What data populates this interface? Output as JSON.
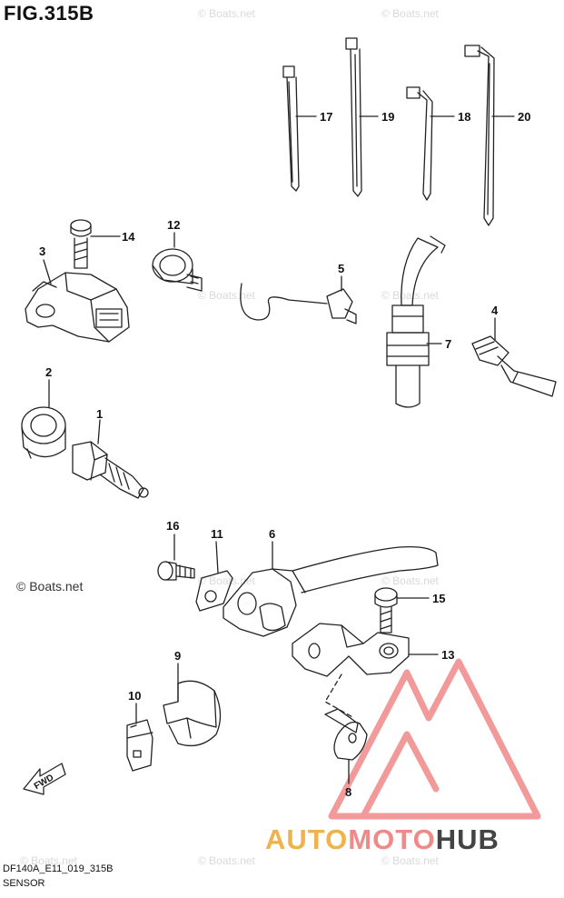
{
  "figure": {
    "title": "FIG.315B"
  },
  "footer": {
    "code": "DF140A_E11_019_315B",
    "name": "SENSOR"
  },
  "watermark": {
    "main": "© Boats.net",
    "faint": "© Boats.net"
  },
  "brand": {
    "part1": "AUTO",
    "part2": "MOTO",
    "part3": "HUB",
    "color_auto": "#f0b24a",
    "color_moto": "#f08a8a",
    "color_hub": "#444444"
  },
  "direction_arrow": {
    "label": "FWD"
  },
  "callouts": [
    {
      "id": "c17",
      "label": "17"
    },
    {
      "id": "c19",
      "label": "19"
    },
    {
      "id": "c18",
      "label": "18"
    },
    {
      "id": "c20",
      "label": "20"
    },
    {
      "id": "c14",
      "label": "14"
    },
    {
      "id": "c12",
      "label": "12"
    },
    {
      "id": "c3",
      "label": "3"
    },
    {
      "id": "c5",
      "label": "5"
    },
    {
      "id": "c4",
      "label": "4"
    },
    {
      "id": "c7",
      "label": "7"
    },
    {
      "id": "c2",
      "label": "2"
    },
    {
      "id": "c1",
      "label": "1"
    },
    {
      "id": "c16",
      "label": "16"
    },
    {
      "id": "c11",
      "label": "11"
    },
    {
      "id": "c6",
      "label": "6"
    },
    {
      "id": "c15",
      "label": "15"
    },
    {
      "id": "c13",
      "label": "13"
    },
    {
      "id": "c9",
      "label": "9"
    },
    {
      "id": "c10",
      "label": "10"
    },
    {
      "id": "c8",
      "label": "8"
    }
  ]
}
